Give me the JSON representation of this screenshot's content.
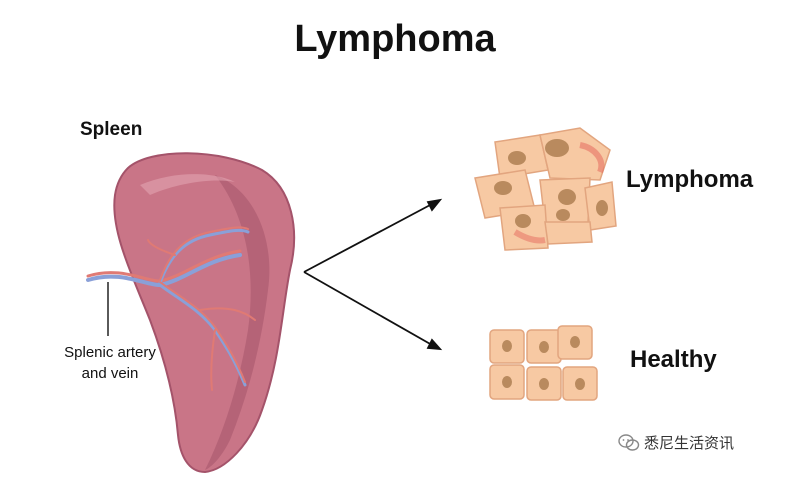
{
  "title": "Lymphoma",
  "labels": {
    "spleen": "Spleen",
    "artery_line1": "Splenic artery",
    "artery_line2": "and vein",
    "lymphoma": "Lymphoma",
    "healthy": "Healthy"
  },
  "watermark": {
    "text": "悉尼生活资讯",
    "icon": "wechat-icon"
  },
  "colors": {
    "spleen": "#c97587",
    "spleen_dark": "#a4536a",
    "artery": "#e07a74",
    "vein": "#8aa0d8",
    "cell": "#f7c9a3",
    "cell_border": "#e2a57f",
    "nucleus": "#b98a5e",
    "tumor_spot": "#e66a5e"
  }
}
